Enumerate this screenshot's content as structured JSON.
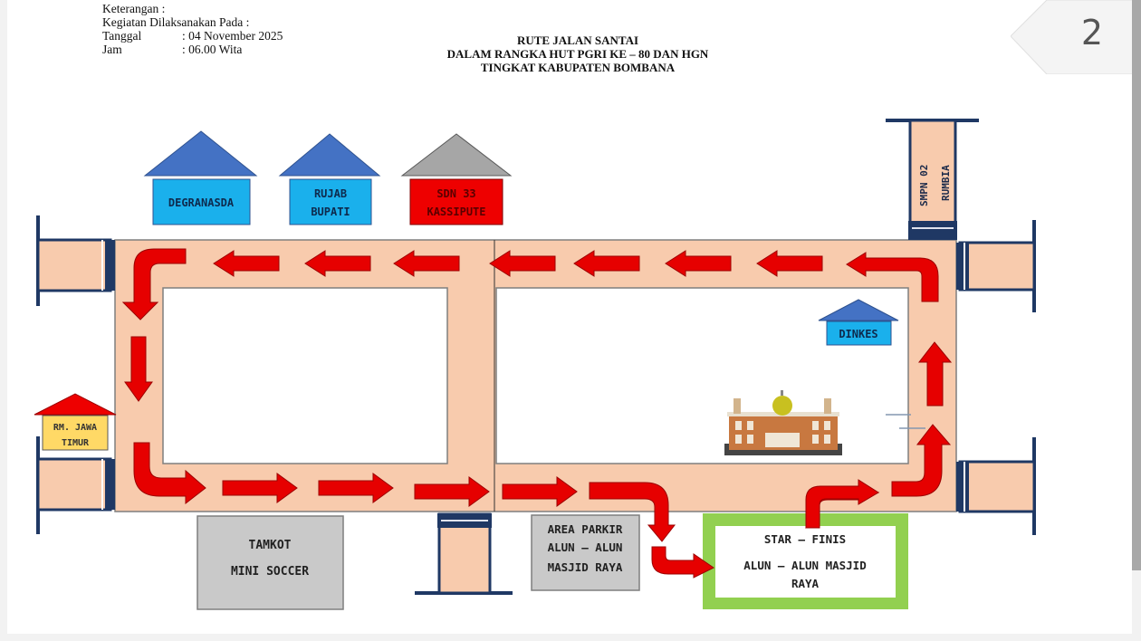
{
  "header": {
    "keterangan": "Keterangan :",
    "kegiatan": "Kegiatan Dilaksanakan Pada :",
    "tanggal_label": "Tanggal",
    "tanggal_value": ": 04 November 2025",
    "jam_label": "Jam",
    "jam_value": ": 06.00 Wita"
  },
  "title": {
    "line1": "RUTE JALAN SANTAI",
    "line2": "DALAM RANGKA HUT PGRI KE – 80 DAN HGN",
    "line3": "TINGKAT KABUPATEN BOMBANA"
  },
  "page_number": "2",
  "buildings": {
    "degranasda": "DEGRANASDA",
    "rujab_line1": "RUJAB",
    "rujab_line2": "BUPATI",
    "sdn_line1": "SDN 33",
    "sdn_line2": "KASSIPUTE",
    "smpn_line1": "SMPN 02",
    "smpn_line2": "RUMBIA",
    "dinkes": "DINKES",
    "rm_line1": "RM. JAWA",
    "rm_line2": "TIMUR",
    "tamkot_line1": "TAMKOT",
    "tamkot_line2": "MINI SOCCER",
    "parkir_line1": "AREA PARKIR",
    "parkir_line2": "ALUN – ALUN",
    "parkir_line3": "MASJID RAYA",
    "start_line1": "STAR – FINIS",
    "start_line2": "ALUN – ALUN  MASJID",
    "start_line3": "RAYA"
  },
  "colors": {
    "road": "#f8cbad",
    "arrow": "#e60000",
    "building_blue": "#1ab0ec",
    "roof_blue": "#4472c4",
    "building_red": "#ee0000",
    "roof_gray": "#a6a6a6",
    "building_gray": "#c9c9c9",
    "building_yellow": "#ffd966",
    "start_border": "#92d050",
    "road_edge": "#1f3864"
  }
}
